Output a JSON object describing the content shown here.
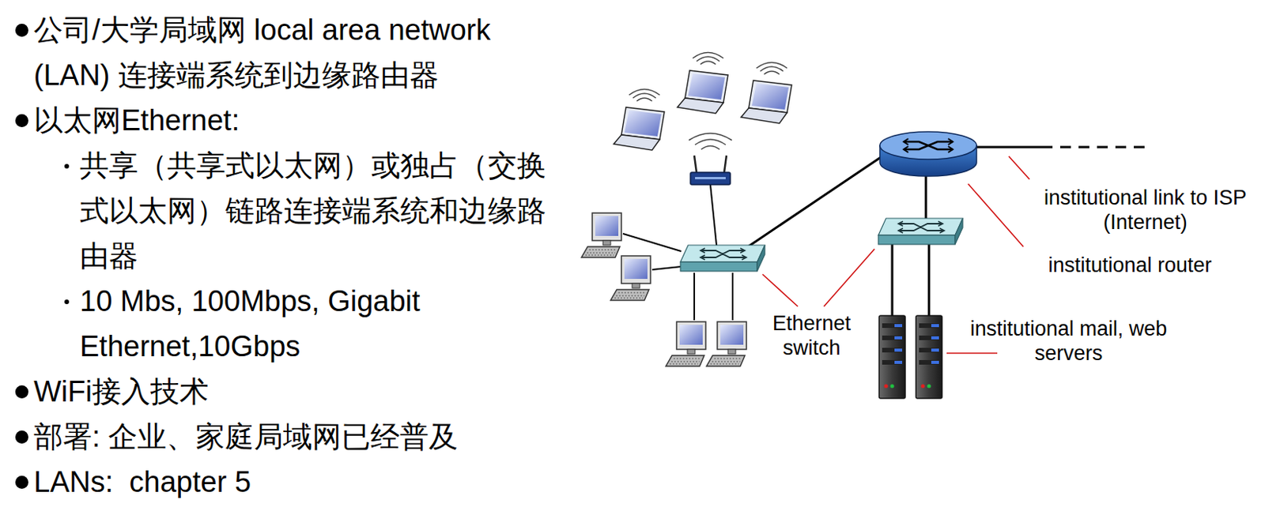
{
  "diagram": {
    "labels": [
      "公司/大学局域网 local area network (LAN) 连接端系统到边缘路由器",
      "以太网Ethernet:",
      "共享（共享式以太网）或独占（交换式以太网）链路连接端系统和边缘路由器",
      "10 Mbs, 100Mbps, Gigabit Ethernet,10Gbps",
      "WiFi接入技术",
      "部署: 企业、家庭局域网已经普及",
      "LANs:  chapter 5",
      "institutional link to ISP (Internet)",
      "institutional router",
      "Ethernet switch",
      "institutional mail, web servers"
    ]
  }
}
